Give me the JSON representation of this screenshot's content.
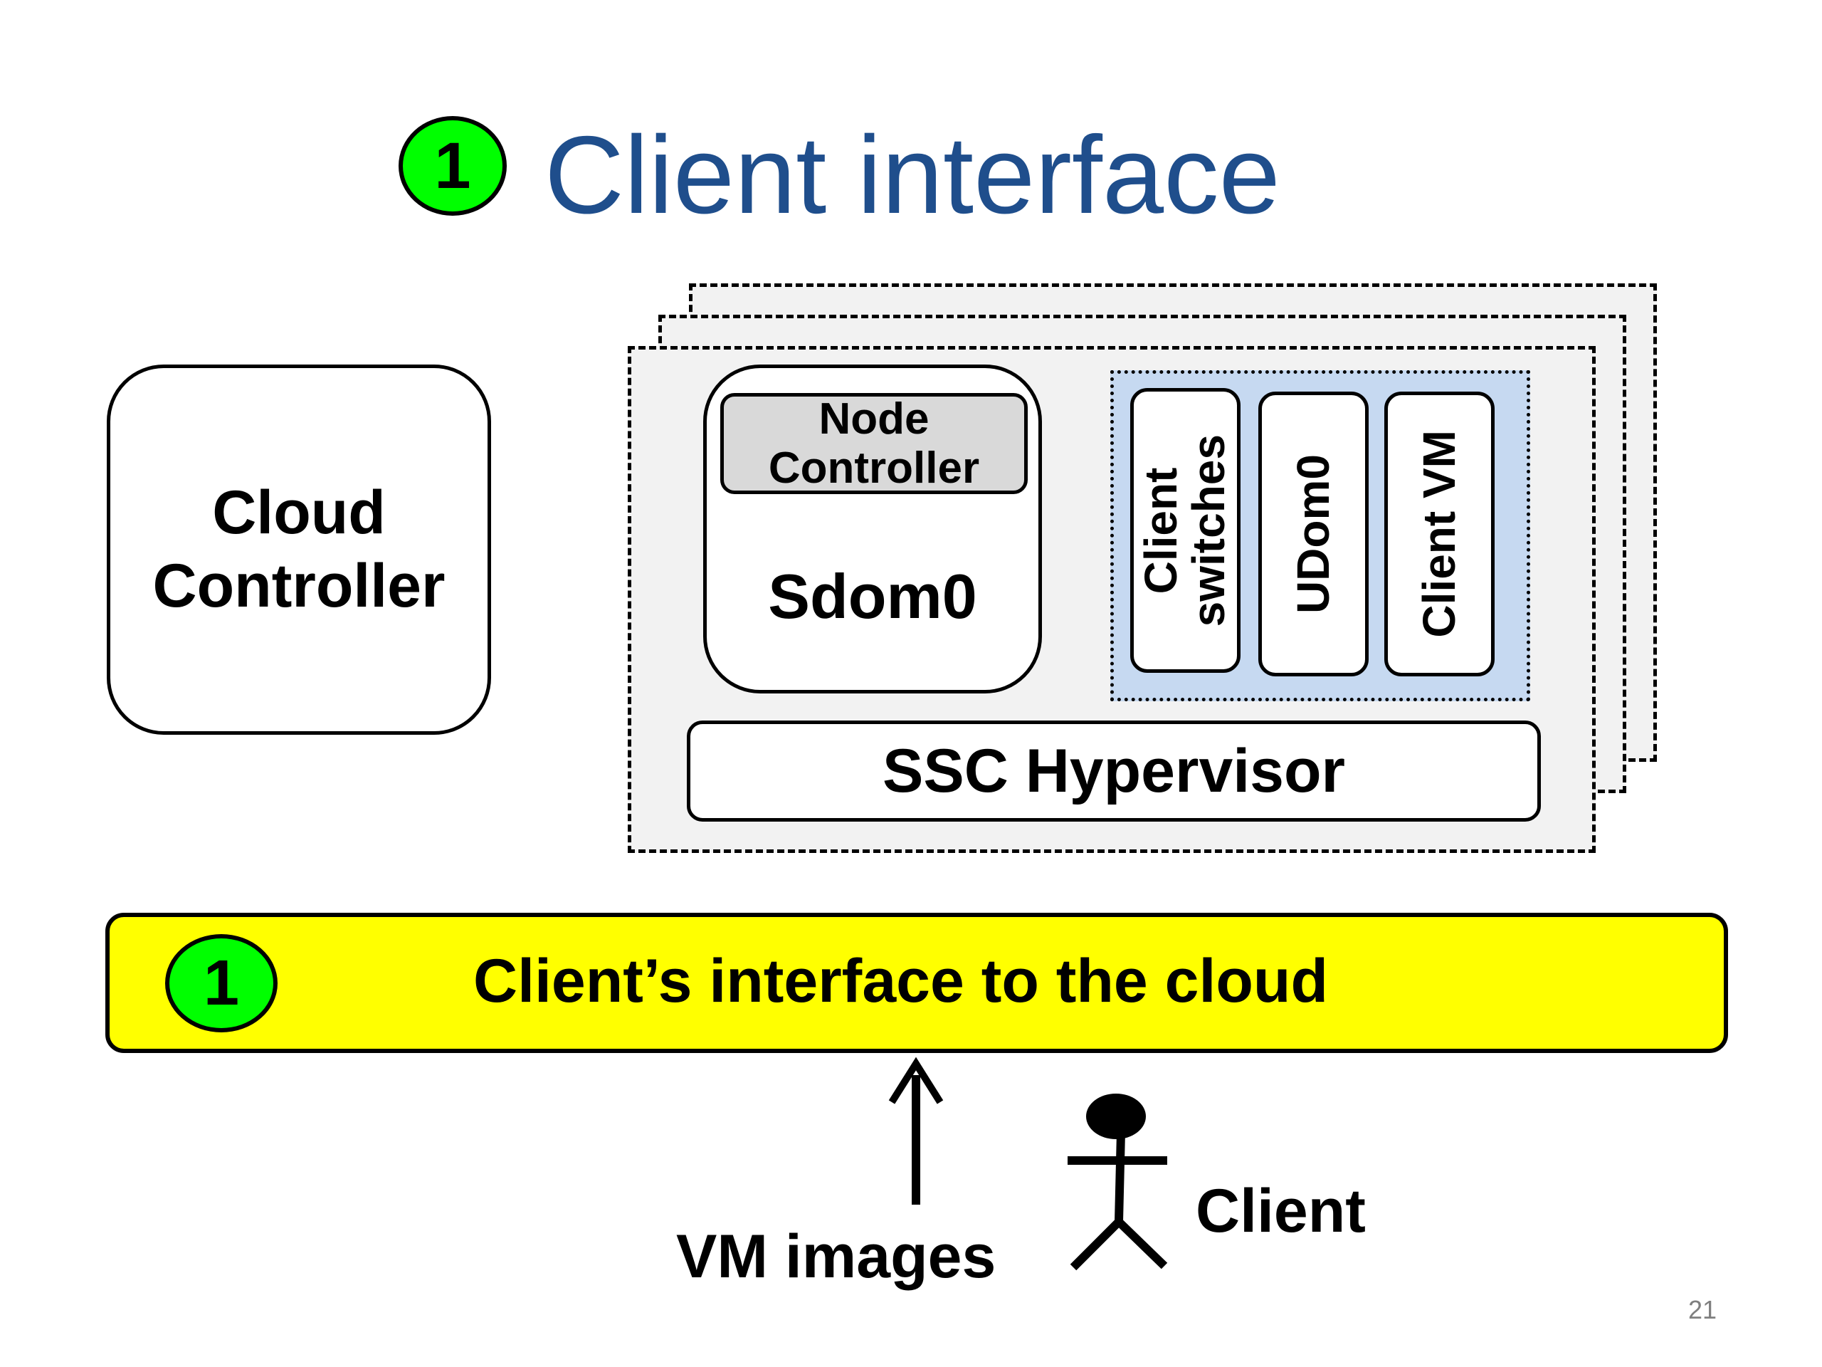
{
  "title": {
    "badge_number": "1",
    "text": "Client interface"
  },
  "cloud_controller": {
    "label_line1": "Cloud",
    "label_line2": "Controller"
  },
  "node": {
    "node_controller_line1": "Node",
    "node_controller_line2": "Controller",
    "sdom0": "Sdom0",
    "client_switches_line1": "Client",
    "client_switches_line2": "switches",
    "udom0": "UDom0",
    "client_vm": "Client VM",
    "hypervisor": "SSC Hypervisor"
  },
  "interface_bar": {
    "badge_number": "1",
    "text": "Client’s interface to the cloud"
  },
  "bottom": {
    "vm_images": "VM images",
    "client": "Client"
  },
  "page_number": "21",
  "colors": {
    "title_blue": "#1f4e8c",
    "badge_green": "#00ff00",
    "bar_yellow": "#ffff00",
    "node_panel_gray": "#f2f2f2",
    "node_controller_gray": "#d9d9d9",
    "client_area_blue": "#c6d9f1"
  }
}
